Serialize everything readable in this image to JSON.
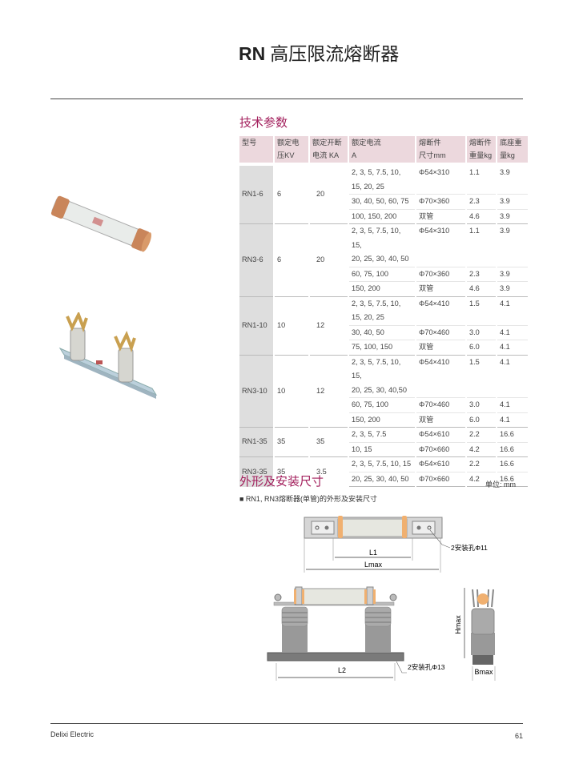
{
  "header": {
    "title_bold": "RN",
    "title_rest": "高压限流熔断器"
  },
  "tech": {
    "section_title": "技术参数",
    "columns": [
      "型号",
      "额定电\n压KV",
      "额定开断\n电流 KA",
      "额定电流\nA",
      "熔断件\n尺寸mm",
      "熔断件\n重量kg",
      "底座重\n量kg"
    ],
    "groups": [
      {
        "model": "RN1-6",
        "voltage": "6",
        "breaking": "20",
        "rows": [
          {
            "current": [
              "2, 3, 5, 7.5, 10,",
              "15, 20, 25"
            ],
            "size": "Φ54×310",
            "fuse_weight": "1.1",
            "base_weight": "3.9"
          },
          {
            "current": [
              "30, 40, 50, 60, 75"
            ],
            "size": "Φ70×360",
            "fuse_weight": "2.3",
            "base_weight": "3.9"
          },
          {
            "current": [
              "100, 150, 200"
            ],
            "size": "双管",
            "fuse_weight": "4.6",
            "base_weight": "3.9"
          }
        ]
      },
      {
        "model": "RN3-6",
        "voltage": "6",
        "breaking": "20",
        "rows": [
          {
            "current": [
              "2, 3, 5, 7.5, 10, 15,",
              "20, 25, 30, 40, 50"
            ],
            "size": "Φ54×310",
            "fuse_weight": "1.1",
            "base_weight": "3.9"
          },
          {
            "current": [
              "60, 75, 100"
            ],
            "size": "Φ70×360",
            "fuse_weight": "2.3",
            "base_weight": "3.9"
          },
          {
            "current": [
              "150, 200"
            ],
            "size": "双管",
            "fuse_weight": "4.6",
            "base_weight": "3.9"
          }
        ]
      },
      {
        "model": "RN1-10",
        "voltage": "10",
        "breaking": "12",
        "rows": [
          {
            "current": [
              "2, 3, 5, 7.5, 10,",
              "15, 20, 25"
            ],
            "size": "Φ54×410",
            "fuse_weight": "1.5",
            "base_weight": "4.1"
          },
          {
            "current": [
              "30, 40, 50"
            ],
            "size": "Φ70×460",
            "fuse_weight": "3.0",
            "base_weight": "4.1"
          },
          {
            "current": [
              "75, 100, 150"
            ],
            "size": "双管",
            "fuse_weight": "6.0",
            "base_weight": "4.1"
          }
        ]
      },
      {
        "model": "RN3-10",
        "voltage": "10",
        "breaking": "12",
        "rows": [
          {
            "current": [
              "2, 3, 5, 7.5, 10, 15,",
              "20, 25, 30, 40,50"
            ],
            "size": "Φ54×410",
            "fuse_weight": "1.5",
            "base_weight": "4.1"
          },
          {
            "current": [
              "60, 75, 100"
            ],
            "size": "Φ70×460",
            "fuse_weight": "3.0",
            "base_weight": "4.1"
          },
          {
            "current": [
              "150, 200"
            ],
            "size": "双管",
            "fuse_weight": "6.0",
            "base_weight": "4.1"
          }
        ]
      },
      {
        "model": "RN1-35",
        "voltage": "35",
        "breaking": "35",
        "rows": [
          {
            "current": [
              "2, 3, 5, 7.5"
            ],
            "size": "Φ54×610",
            "fuse_weight": "2.2",
            "base_weight": "16.6"
          },
          {
            "current": [
              "10, 15"
            ],
            "size": "Φ70×660",
            "fuse_weight": "4.2",
            "base_weight": "16.6"
          }
        ]
      },
      {
        "model": "RN3-35",
        "voltage": "35",
        "breaking": "3.5",
        "rows": [
          {
            "current": [
              "2, 3, 5, 7.5, 10, 15"
            ],
            "size": "Φ54×610",
            "fuse_weight": "2.2",
            "base_weight": "16.6"
          },
          {
            "current": [
              "20, 25, 30, 40, 50"
            ],
            "size": "Φ70×660",
            "fuse_weight": "4.2",
            "base_weight": "16.6"
          }
        ]
      }
    ]
  },
  "dims": {
    "section_title": "外形及安装尺寸",
    "unit": "单位: mm",
    "caption": "■ RN1, RN3熔断器(单管)的外形及安装尺寸",
    "labels": {
      "l1": "L1",
      "lmax": "Lmax",
      "hole11": "2安装孔Φ11",
      "l2": "L2",
      "hole13": "2安装孔Φ13",
      "hmax": "Hmax",
      "bmax": "Bmax"
    }
  },
  "footer": {
    "company": "Delixi Electric",
    "page": "61"
  },
  "colors": {
    "accent": "#a3205d",
    "header_bg": "#ecd8dd",
    "model_bg": "#dedede"
  }
}
